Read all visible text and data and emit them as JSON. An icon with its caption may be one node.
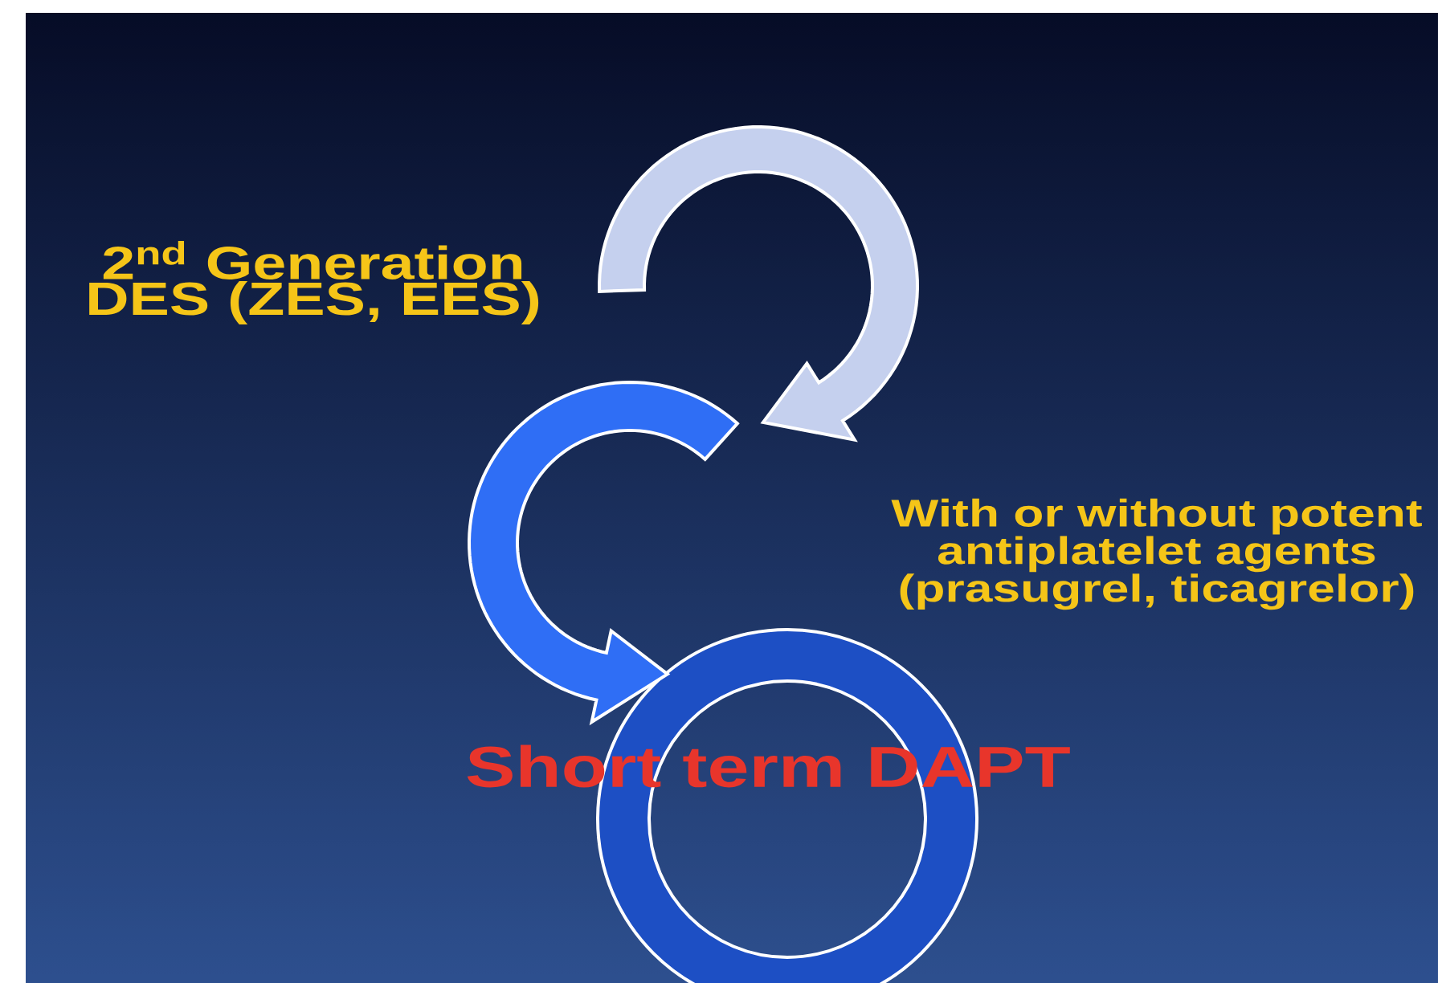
{
  "diagram": {
    "labels": [
      "2$^{nd}$ Generation DES (ZES, EES)",
      "With or without potent antiplatelet agents (prasugrel, ticagrelor)",
      "Short term DAPT"
    ]
  }
}
